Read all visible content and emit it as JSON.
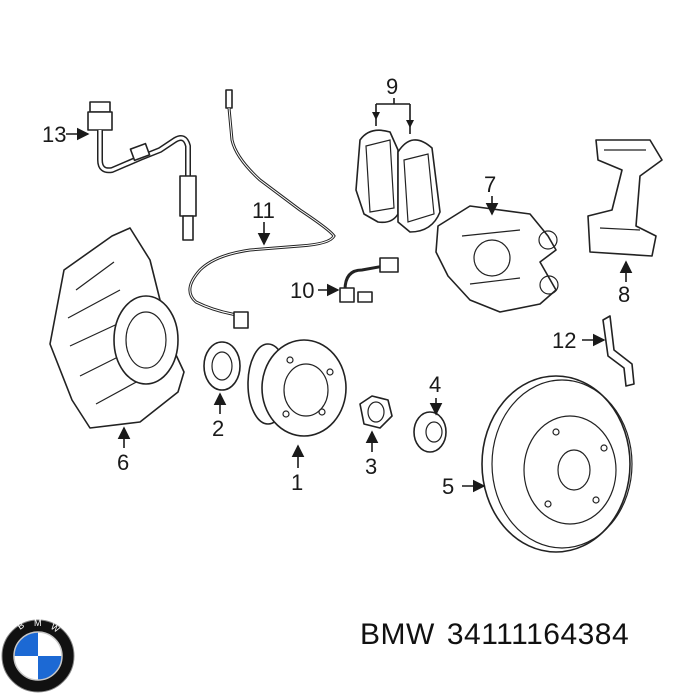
{
  "callouts": {
    "c1": "1",
    "c2": "2",
    "c3": "3",
    "c4": "4",
    "c5": "5",
    "c6": "6",
    "c7": "7",
    "c8": "8",
    "c9": "9",
    "c10": "10",
    "c11": "11",
    "c12": "12",
    "c13": "13"
  },
  "caption": {
    "brand": "BMW",
    "part_number": "34111164384"
  },
  "logo": {
    "brand_letters": "BMW",
    "colors": {
      "blue": "#1c69d4",
      "ring": "#111111",
      "silver": "#c8c8c8"
    }
  },
  "icons": [
    "bmw-logo-icon"
  ]
}
